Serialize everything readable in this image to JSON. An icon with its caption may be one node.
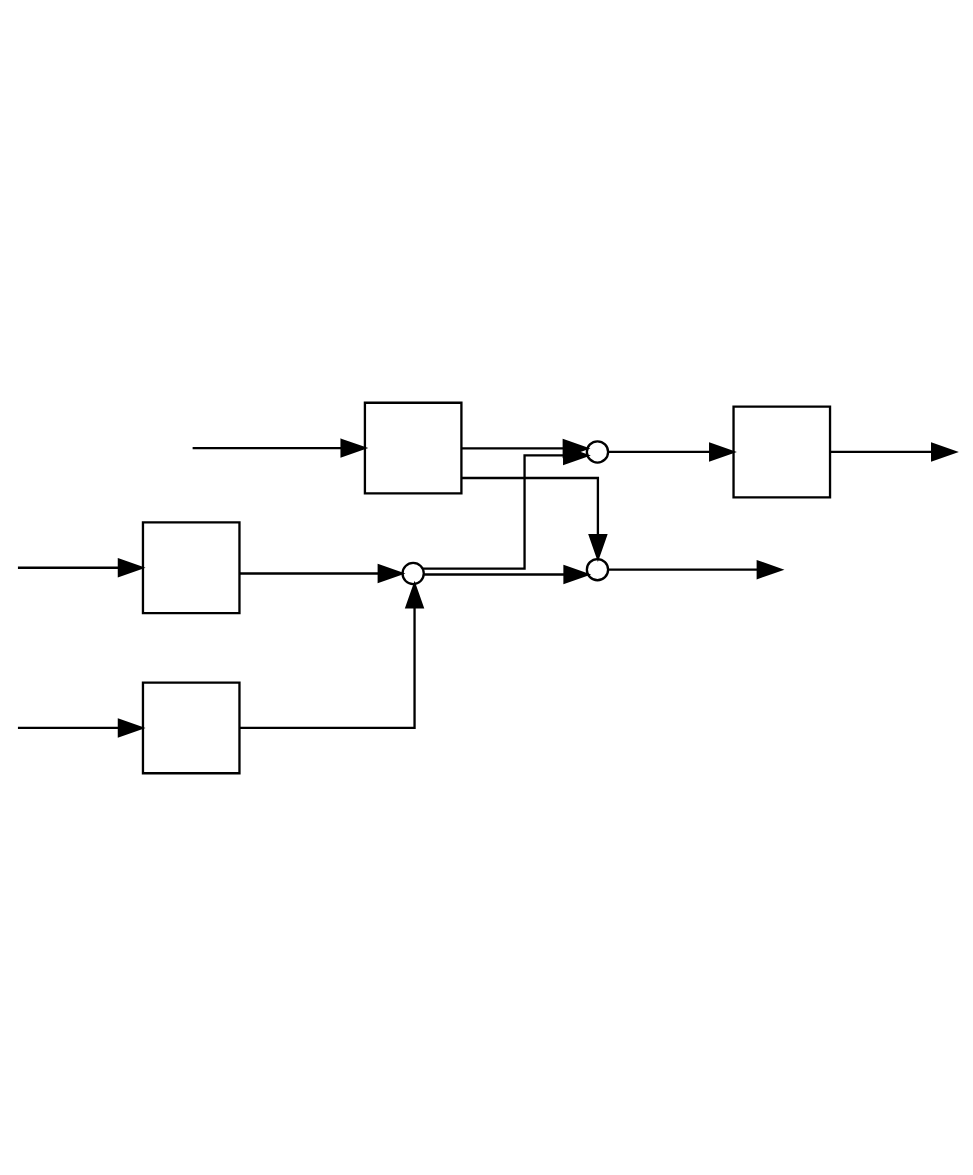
{
  "diagram": {
    "nodes": [
      {
        "text": [],
        "shape": "box"
      },
      {
        "text": [],
        "shape": "box"
      },
      {
        "text": [],
        "shape": "box"
      },
      {
        "text": [],
        "shape": "circle"
      },
      {
        "text": [],
        "shape": "circle"
      },
      {
        "text": [],
        "shape": "box"
      },
      {
        "text": [],
        "shape": "circle"
      }
    ],
    "edges": [
      {
        "from": null,
        "to": 0,
        "arrow": "to"
      },
      {
        "from": null,
        "to": 1,
        "arrow": "to"
      },
      {
        "from": null,
        "to": 2,
        "arrow": "to"
      },
      {
        "from": 0,
        "to": 3,
        "arrow": "to"
      },
      {
        "from": 1,
        "to": 3,
        "arrow": "to"
      },
      {
        "from": 3,
        "to": 4,
        "arrow": "to"
      },
      {
        "from": 3,
        "to": 6,
        "arrow": "to"
      },
      {
        "from": 2,
        "to": 6,
        "arrow": "to"
      },
      {
        "from": 2,
        "to": 4,
        "arrow": "to"
      },
      {
        "from": 4,
        "to": 5,
        "arrow": "to"
      },
      {
        "from": 5,
        "to": null,
        "arrow": "to"
      },
      {
        "from": 6,
        "to": null,
        "arrow": "to"
      }
    ]
  }
}
